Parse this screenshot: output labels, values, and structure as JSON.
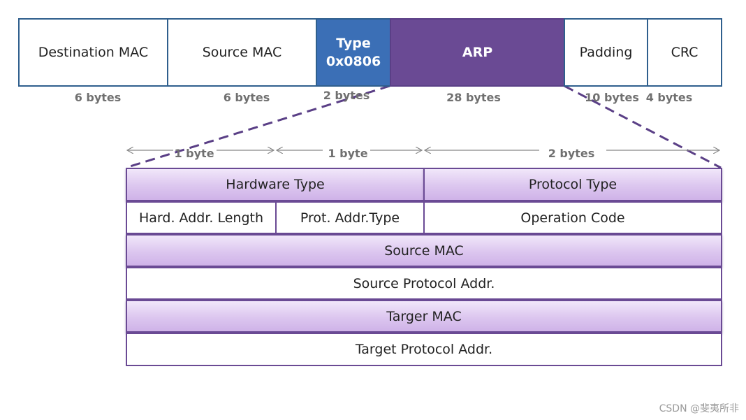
{
  "ethernet_frame": {
    "fields": [
      {
        "label": "Destination MAC",
        "size": "6 bytes"
      },
      {
        "label": "Source MAC",
        "size": "6 bytes"
      },
      {
        "label": "Type",
        "value": "0x0806",
        "size": "2 bytes"
      },
      {
        "label": "ARP",
        "size": "28 bytes"
      },
      {
        "label": "Padding",
        "size": "10 bytes"
      },
      {
        "label": "CRC",
        "size": "4 bytes"
      }
    ]
  },
  "arp_packet": {
    "width_markers": [
      "1 byte",
      "1 byte",
      "2 bytes"
    ],
    "rows": {
      "hardware_type": "Hardware Type",
      "protocol_type": "Protocol Type",
      "hard_addr_length": "Hard. Addr. Length",
      "prot_addr_type": "Prot. Addr.Type",
      "operation_code": "Operation Code",
      "source_mac": "Source MAC",
      "source_protocol_addr": "Source Protocol Addr.",
      "target_mac": "Targer MAC",
      "target_protocol_addr": "Target Protocol Addr."
    }
  },
  "colors": {
    "frame_border": "#2f5f8d",
    "type_fill": "#3b6fb6",
    "arp_fill": "#6a4a94",
    "row_border": "#6a4a94",
    "purple_row_fill": "#dcc6ef"
  },
  "watermark": "CSDN @斐夷所非"
}
